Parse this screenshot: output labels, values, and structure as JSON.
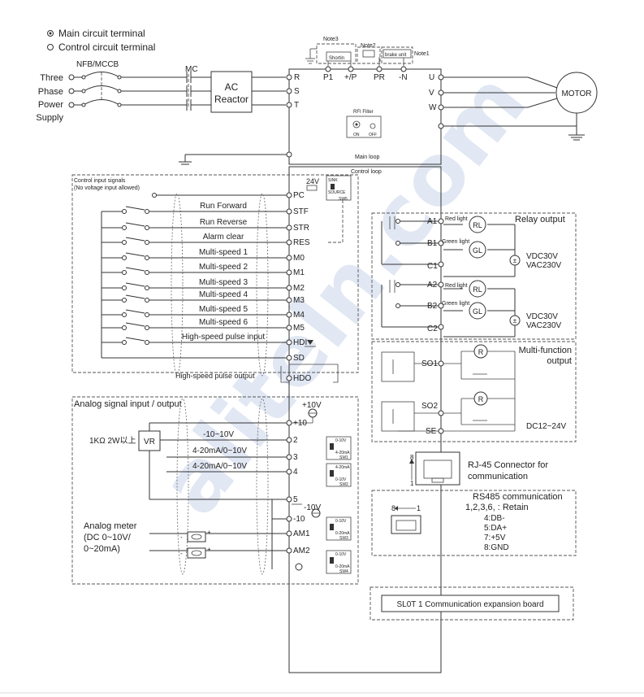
{
  "legend": {
    "main_circuit": "Main circuit terminal",
    "control_circuit": "Control circuit terminal"
  },
  "power": {
    "breaker": "NFB/MCCB",
    "contactor": "MC",
    "input_label": [
      "Three",
      "Phase",
      "Power",
      "Supply"
    ],
    "reactor": [
      "AC",
      "Reactor"
    ],
    "inputs": [
      "R",
      "S",
      "T"
    ],
    "dc_terminals": [
      "P1",
      "+/P",
      "PR",
      "-N"
    ],
    "outputs": [
      "U",
      "V",
      "W"
    ],
    "motor": "MOTOR",
    "notes": [
      "Note3",
      "Note2",
      "Note1"
    ],
    "shortin": "Shortin",
    "brake_unit": "brake unit",
    "rfi_filter": "RFI Filter",
    "rfi_on": "ON",
    "rfi_off": "OFF",
    "main_loop": "Main loop",
    "control_loop": "Control loop"
  },
  "digital_inputs": {
    "title": "Control input signals",
    "subtitle": "(No voltage input allowed)",
    "pc_voltage": "24V",
    "switch": [
      "SINK",
      "SOURCE",
      "SW5"
    ],
    "terminals": [
      "PC",
      "STF",
      "STR",
      "RES",
      "M0",
      "M1",
      "M2",
      "M3",
      "M4",
      "M5",
      "HDI",
      "SD",
      "HDO"
    ],
    "functions": [
      "Run Forward",
      "Run Reverse",
      "Alarm clear",
      "Multi-speed 1",
      "Multi-speed 2",
      "Multi-speed 3",
      "Multi-speed 4",
      "Multi-speed 5",
      "Multi-speed 6",
      "High-speed pulse input"
    ],
    "pulse_output": "High-speed pulse output"
  },
  "relays": {
    "title": "Relay output",
    "terminals": [
      "A1",
      "B1",
      "C1",
      "A2",
      "B2",
      "C2"
    ],
    "red_light": "Red light",
    "green_light": "Green light",
    "rl": "RL",
    "gl": "GL",
    "supply": [
      "VDC30V",
      "VAC230V"
    ]
  },
  "multi_function": {
    "title": [
      "Multi-function",
      "output"
    ],
    "terminals": [
      "SO1",
      "SO2",
      "SE"
    ],
    "load": "R",
    "supply": "DC12~24V"
  },
  "analog": {
    "title": "Analog signal input / output",
    "plus_10v": "+10V",
    "minus_10v": "-10V",
    "vr_label": "1KΩ 2W以上",
    "vr": "VR",
    "terminals": [
      "+10",
      "2",
      "3",
      "4",
      "5",
      "-10",
      "AM1",
      "AM2"
    ],
    "ranges": [
      "-10~10V",
      "4-20mA/0~10V",
      "4-20mA/0~10V"
    ],
    "meter": [
      "Analog meter",
      "(DC 0~10V/",
      "0~20mA)"
    ],
    "switches": [
      {
        "top": "0-10V",
        "bottom": "4-20mA",
        "name": "SW1"
      },
      {
        "top": "4-20mA",
        "bottom": "0-10V",
        "name": "SW2"
      },
      {
        "top": "0-10V",
        "bottom": "0-20mA",
        "name": "SW3"
      },
      {
        "top": "0-10V",
        "bottom": "0-20mA",
        "name": "SW4"
      }
    ]
  },
  "rj45": {
    "label": [
      "RJ-45 Connector for",
      "communication"
    ],
    "pin_top": "8",
    "pin_bottom": "1"
  },
  "rs485": {
    "title": "RS485 communication",
    "lines": [
      "1,2,3,6, : Retain",
      "4:DB-",
      "5:DA+",
      "7:+5V",
      "8:GND"
    ],
    "pin_left": "8",
    "pin_right": "1"
  },
  "slot": {
    "label": "SL0T 1  Communication expansion board"
  },
  "watermark": "aliteln.com"
}
